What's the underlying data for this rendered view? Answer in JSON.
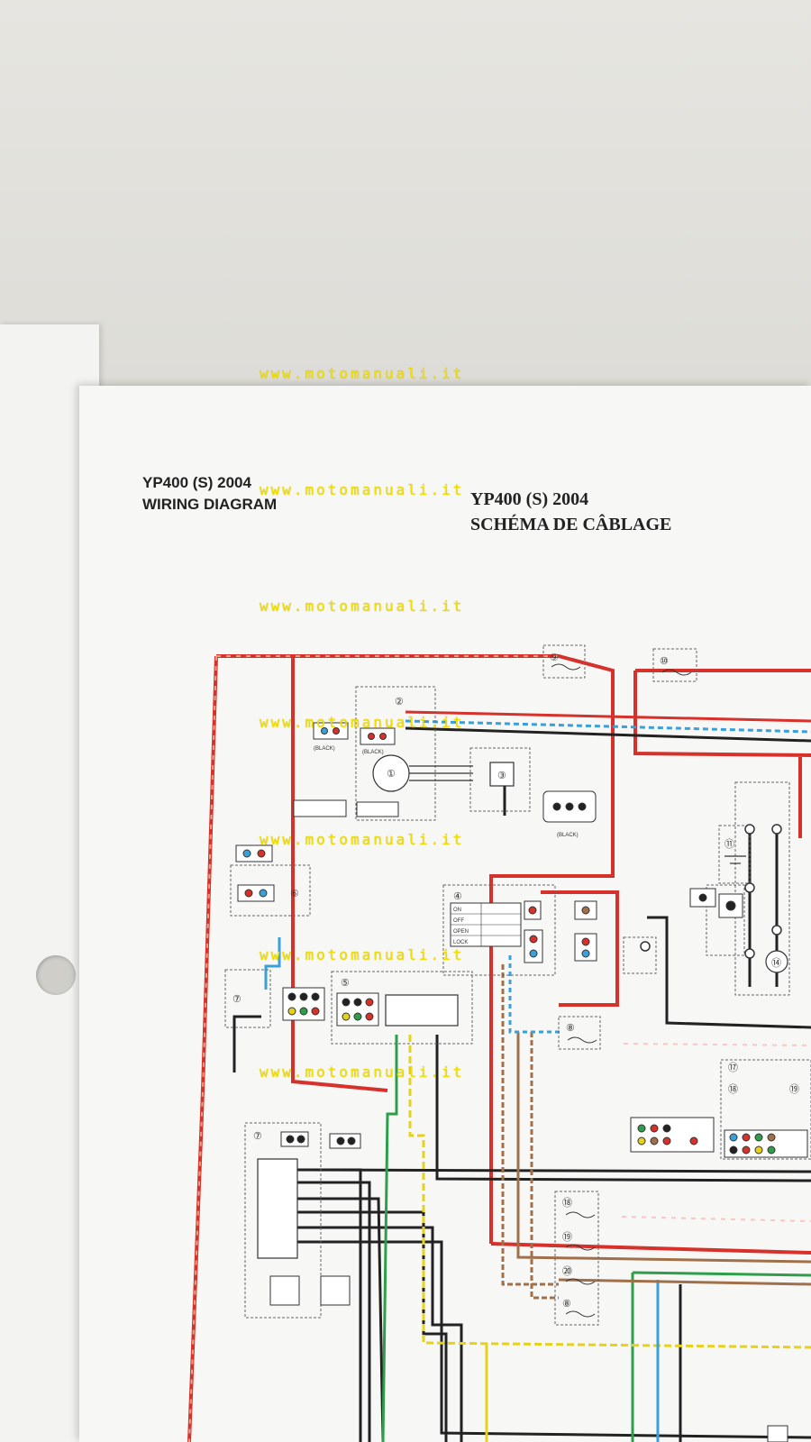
{
  "titles": {
    "english_line1": "YP400 (S) 2004",
    "english_line2": "WIRING DIAGRAM",
    "french_line1": "YP400 (S) 2004",
    "french_line2": "SCHÉMA DE CÂBLAGE"
  },
  "watermark": {
    "text": "www.motomanuali.it",
    "color": "#f1e000"
  },
  "callouts": {
    "n1": "①",
    "n2": "②",
    "n3": "③",
    "n4": "④",
    "n5": "⑤",
    "n6": "⑥",
    "n7": "⑦",
    "n8": "⑧",
    "n9": "⑨",
    "n10": "⑩",
    "n11": "⑪",
    "n14": "⑭",
    "n17": "⑰",
    "n18": "⑱",
    "n19": "⑲",
    "n77": "⑦",
    "n78": "⑱",
    "n79": "⑲",
    "n80": "⑳",
    "n81": "⑧"
  },
  "connector_labels": {
    "black1": "(BLACK)",
    "black2": "(BLACK)",
    "black3": "(BLACK)"
  },
  "switch_table": {
    "rows": [
      "ON",
      "OFF",
      "OPEN",
      "LOCK"
    ]
  },
  "wire_colors": {
    "red": "#d6312a",
    "black": "#222222",
    "blue": "#3aa0d8",
    "green": "#2e9e4a",
    "yellow": "#e6d21a",
    "brown": "#a0704a",
    "red_white": "#e05a50"
  }
}
